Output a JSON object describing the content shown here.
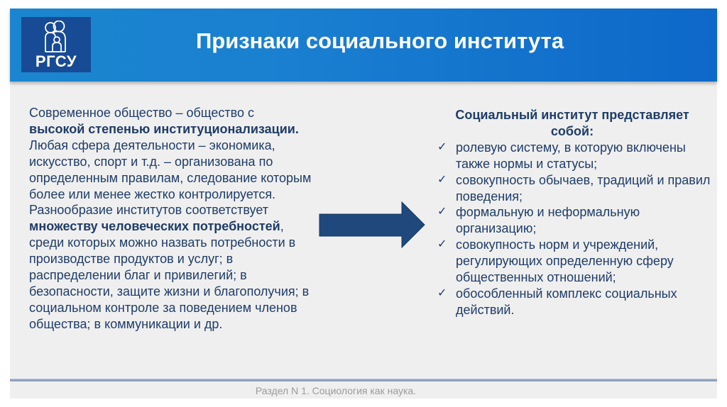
{
  "header": {
    "logo_text": "РГСУ",
    "title": "Признаки социального института",
    "colors": {
      "header_start": "#1b86cf",
      "header_end": "#0d68c9",
      "logo_bg": "#184b95"
    }
  },
  "left": {
    "p1_normal_1": "Современное общество – общество с ",
    "p1_bold": "высокой степенью институционализации.",
    "p1_normal_2": " Любая сфера деятельности – экономика, искусство, спорт и т.д. – организована по определенным правилам, следование которым более или менее жестко контролируется.",
    "p2_normal_1": "Разнообразие институтов соответствует ",
    "p2_bold": "множеству человеческих потребностей",
    "p2_normal_2": ", среди которых можно назвать потребности в производстве продуктов и услуг; в распределении благ и привилегий; в безопасности, защите жизни и благополучия; в социальном контроле за поведением членов общества; в коммуникации и др."
  },
  "arrow": {
    "icon": "right-arrow-icon",
    "color": "#1f497d"
  },
  "right": {
    "heading": "Социальный институт представляет собой:",
    "check_glyph": "✓",
    "items": [
      "ролевую систему, в которую включены также нормы и статусы;",
      "совокупность обычаев, традиций и правил поведения;",
      "формальную и неформальную организацию;",
      "совокупность норм и учреждений, регулирующих определенную сферу общественных отношений;",
      "обособленный комплекс социальных действий."
    ]
  },
  "footer": {
    "text": "Раздел N 1. Социология как наука."
  }
}
